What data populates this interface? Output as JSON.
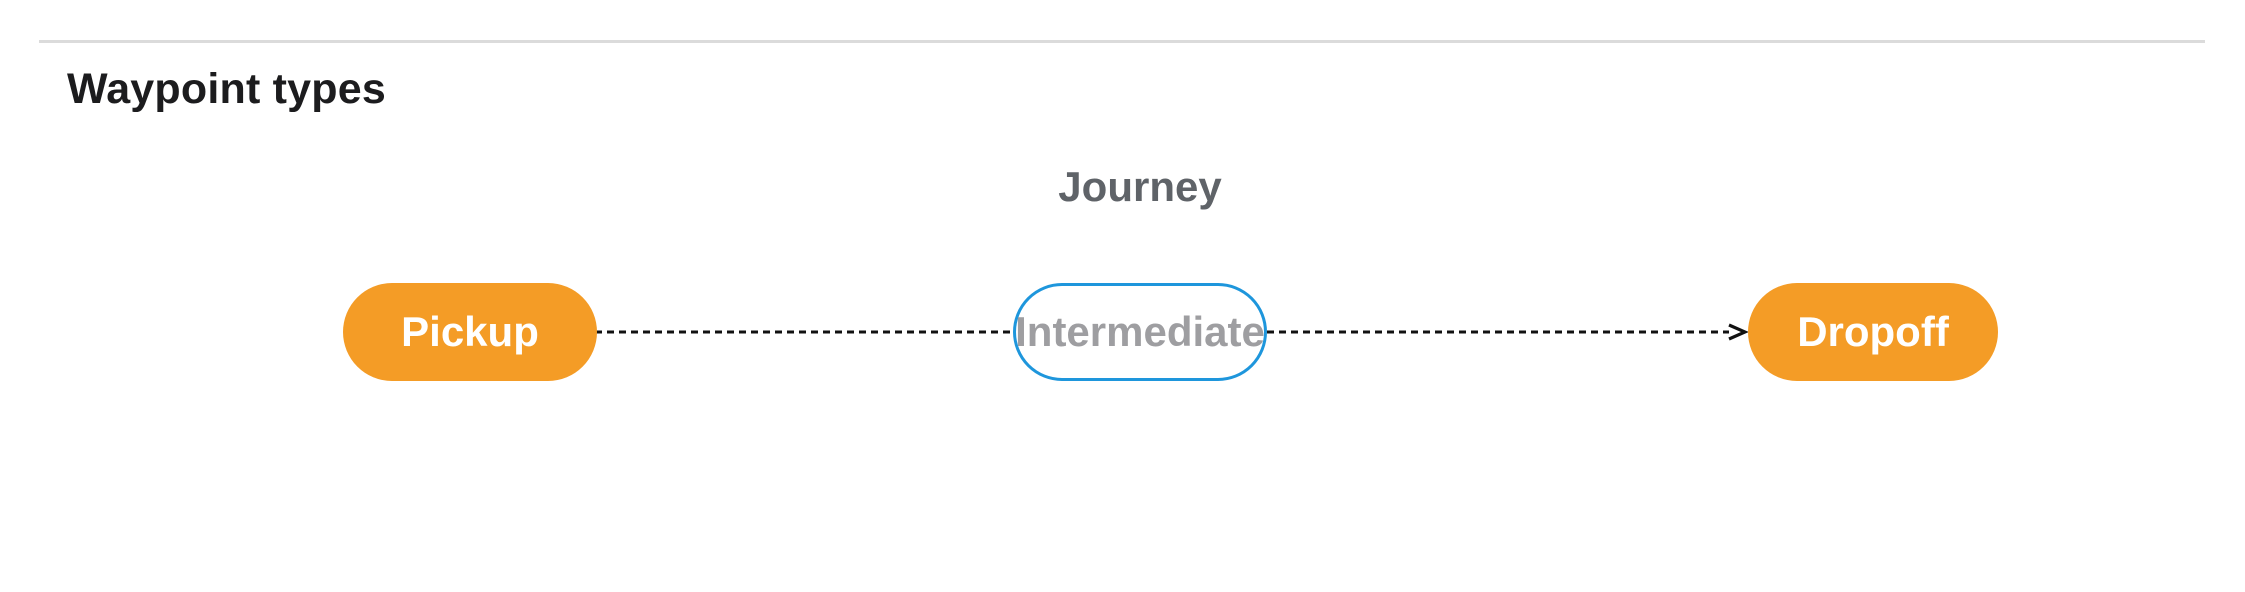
{
  "section": {
    "title": "Waypoint types"
  },
  "diagram": {
    "title": "Journey",
    "nodes": [
      {
        "id": "pickup",
        "label": "Pickup",
        "style": "terminal"
      },
      {
        "id": "intermediate",
        "label": "Intermediate",
        "style": "intermediate"
      },
      {
        "id": "dropoff",
        "label": "Dropoff",
        "style": "terminal"
      }
    ],
    "edges": [
      {
        "from": "pickup",
        "to": "dropoff",
        "style": "dashed",
        "arrowhead": "vee",
        "passes_through": "intermediate"
      }
    ]
  },
  "colors": {
    "node_fill_orange": "#f49c26",
    "node_border_blue": "#1e96dc",
    "node_text_white": "#ffffff",
    "intermediate_text_gray": "#9e9ea1",
    "diagram_title_gray": "#5f6368",
    "section_title": "#1c1c1e",
    "edge_black": "#111111",
    "divider_gray": "#dbdbdb",
    "background": "#ffffff"
  }
}
